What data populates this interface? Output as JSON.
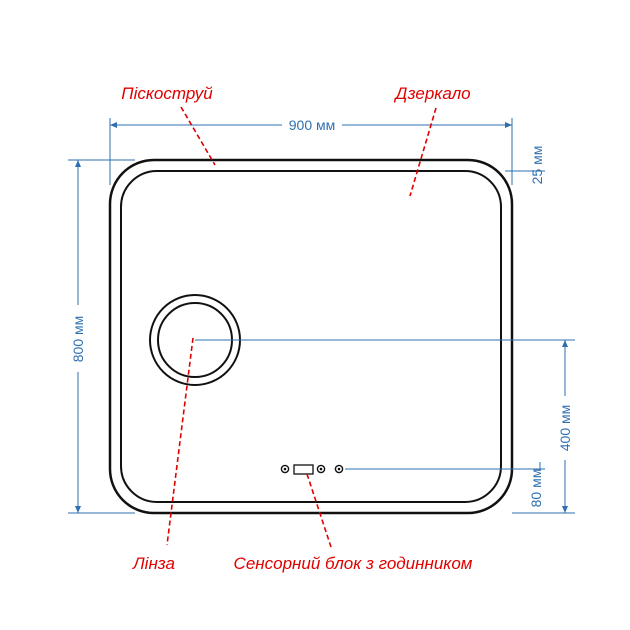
{
  "colors": {
    "dimension": "#2f6fb0",
    "callout": "#e00000",
    "outline": "#111111",
    "background": "#ffffff"
  },
  "dimensions": {
    "width": "900 мм",
    "height": "800 мм",
    "frame": "25 мм",
    "lens_height": "400 мм",
    "sensor_height": "80 мм"
  },
  "callouts": {
    "sandblast": "Піскоструй",
    "mirror": "Дзеркало",
    "lens": "Лінза",
    "sensor_block": "Сенсорний блок з годинником"
  }
}
